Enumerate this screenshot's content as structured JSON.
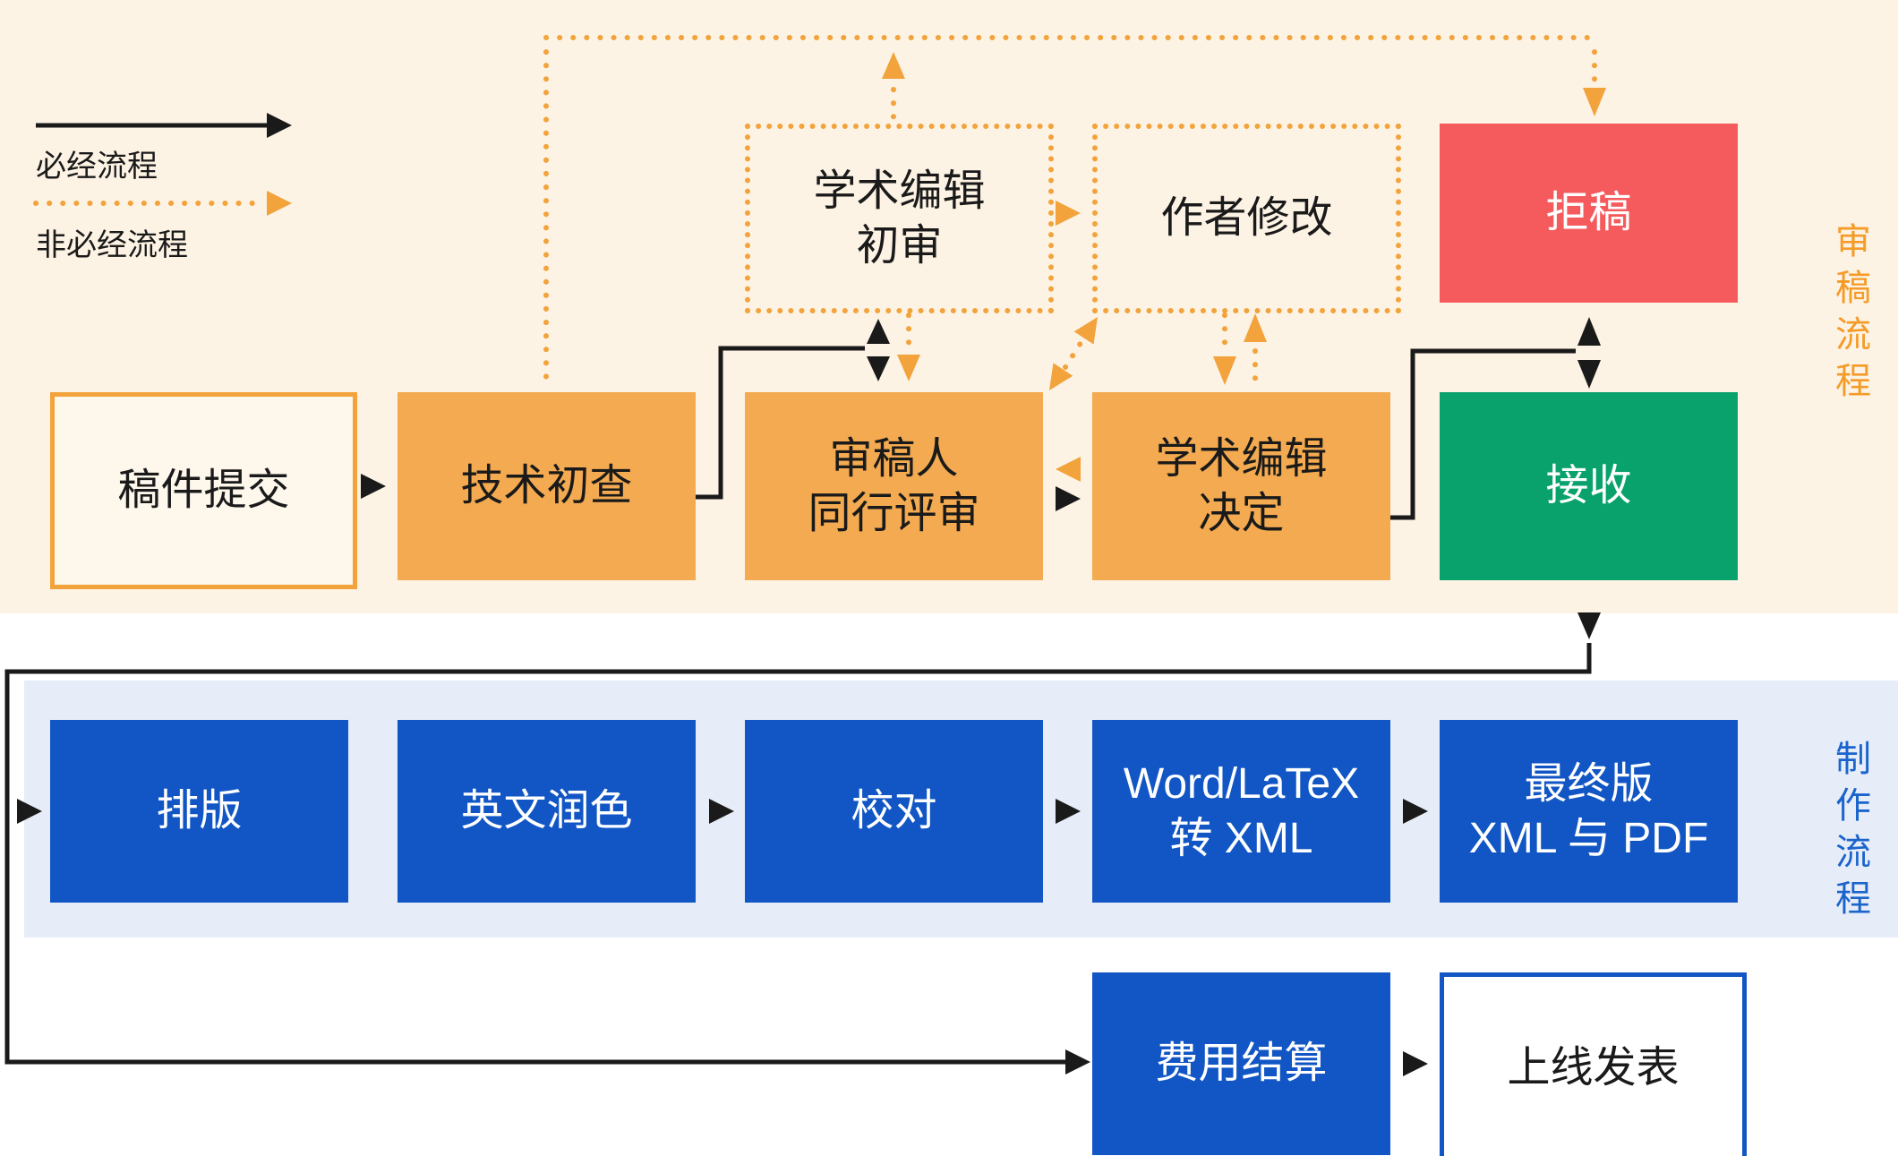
{
  "legend": {
    "required_label": "必经流程",
    "optional_label": "非必经流程"
  },
  "sections": {
    "review_side_label": "审稿流程",
    "production_side_label": "制作流程"
  },
  "nodes": {
    "submission": "稿件提交",
    "tech_check": "技术初查",
    "editor_initial": "学术编辑\n初审",
    "author_revision": "作者修改",
    "reject": "拒稿",
    "peer_review": "审稿人\n同行评审",
    "editor_decision": "学术编辑\n决定",
    "accept": "接收",
    "typesetting": "排版",
    "english_polish": "英文润色",
    "proofreading": "校对",
    "to_xml": "Word/LaTeX\n转 XML",
    "final_version": "最终版\nXML 与 PDF",
    "fee_settlement": "费用结算",
    "publish_online": "上线发表"
  },
  "colors": {
    "cream": "#FDF3E4",
    "cream-box": "#FDF7EC",
    "panel-blue": "#E6EDF8",
    "orange-box": "#F3AA50",
    "orange-accent": "#F2A33C",
    "green": "#0AA26C",
    "red": "#F55B5D",
    "blue-box": "#1156C4",
    "side-orange": "#F59B28",
    "side-blue": "#1A64CC",
    "ink": "#1A1A1A"
  }
}
